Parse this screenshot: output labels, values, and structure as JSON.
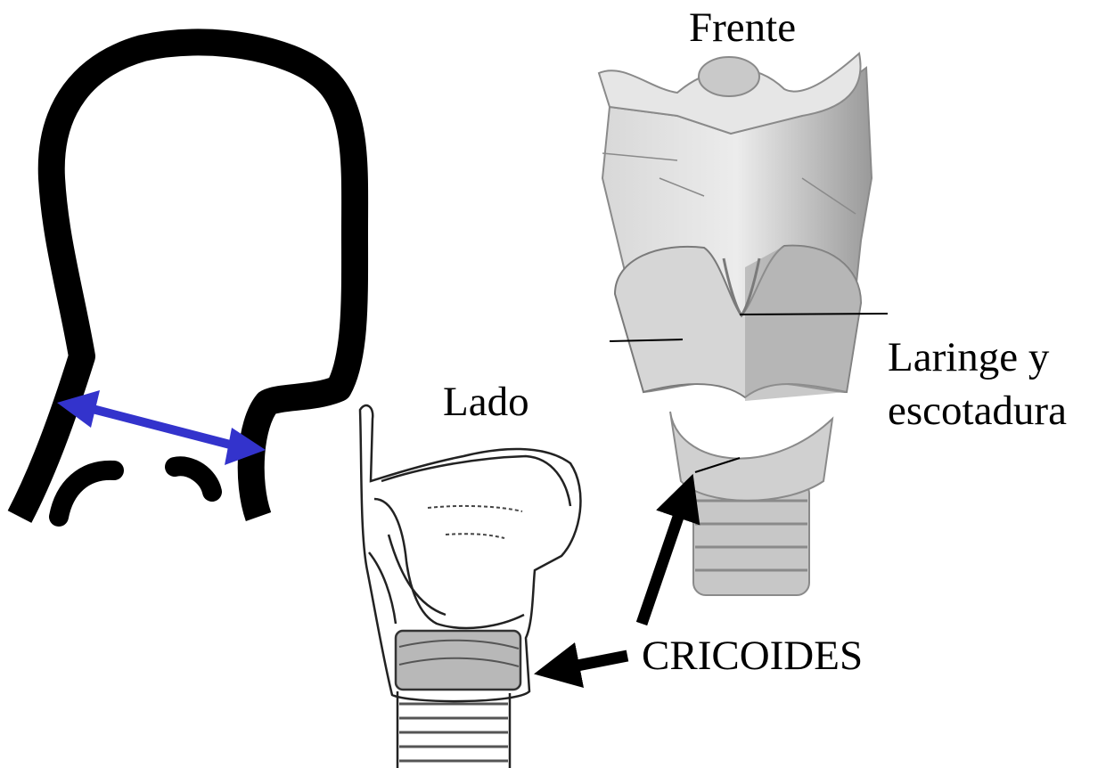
{
  "labels": {
    "frente": "Frente",
    "lado": "Lado",
    "laringe_line1": "Laringe y",
    "laringe_line2": "escotadura",
    "cricoides": "CRICOIDES"
  },
  "colors": {
    "outline": "#000000",
    "measure_arrow": "#3333cc",
    "cartilage_light": "#e3e3e3",
    "cartilage_mid": "#c4c4c4",
    "cartilage_dark": "#8a8a8a"
  },
  "icons": {
    "head": "head-silhouette-icon",
    "measure": "double-headed-arrow-icon"
  }
}
